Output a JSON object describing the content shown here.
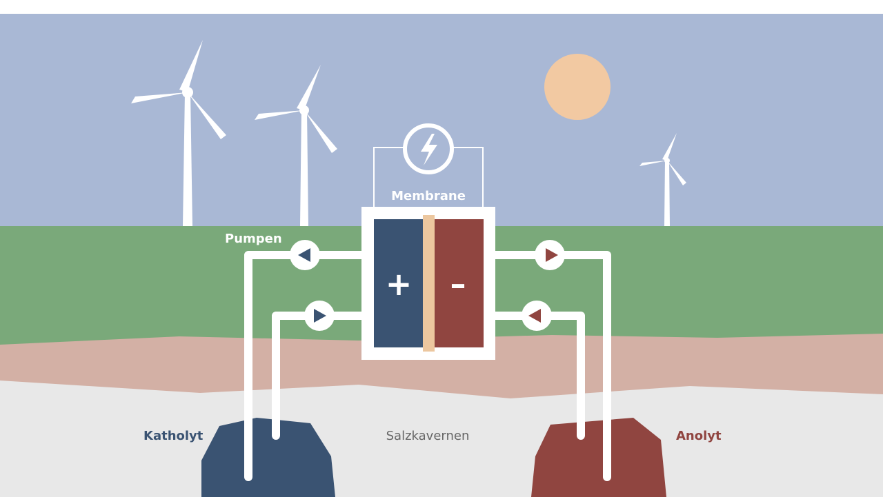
{
  "labels": {
    "membrane": "Membrane",
    "pumps": "Pumpen",
    "catholyte": "Katholyt",
    "salt_caverns": "Salzkavernen",
    "anolyte": "Anolyt",
    "plus": "+",
    "minus": "–"
  },
  "icons": {
    "generator": "lightning-bolt-icon",
    "pump": "triangle-arrow-icon",
    "sun": "sun-icon",
    "wind_turbine": "wind-turbine-icon"
  },
  "colors": {
    "sky": "#a9b8d5",
    "grass": "#7aa97a",
    "soil": "#d3b0a5",
    "salt": "#e8e8e8",
    "sun": "#f2c9a2",
    "catholyte": "#3a5372",
    "anolyte": "#904540",
    "membrane": "#ecc79f",
    "label_white": "#ffffff",
    "label_grey": "#666666"
  }
}
